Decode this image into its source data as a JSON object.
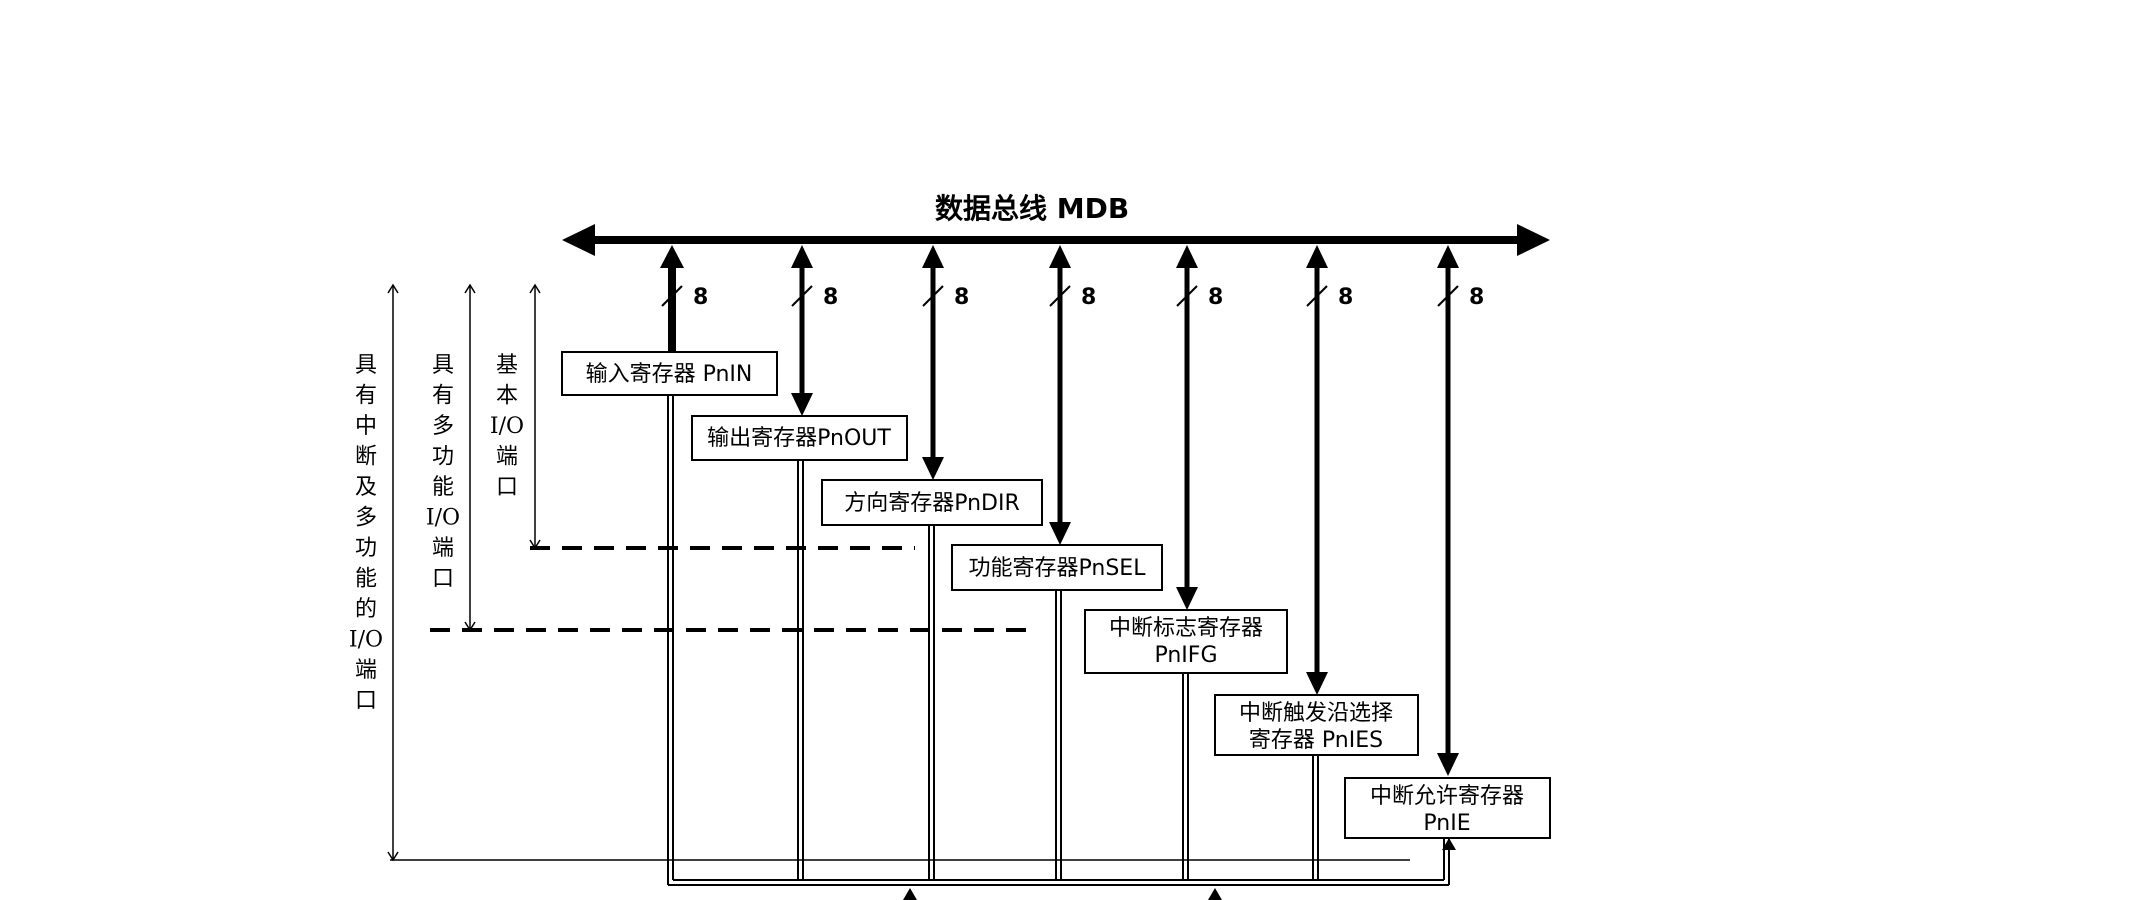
{
  "bus": {
    "label": "数据总线 MDB"
  },
  "bus_width": "8",
  "registers": [
    {
      "lines": [
        "输入寄存器 PnIN"
      ]
    },
    {
      "lines": [
        "输出寄存器PnOUT"
      ]
    },
    {
      "lines": [
        "方向寄存器PnDIR"
      ]
    },
    {
      "lines": [
        "功能寄存器PnSEL"
      ]
    },
    {
      "lines": [
        "中断标志寄存器",
        "PnIFG"
      ]
    },
    {
      "lines": [
        "中断触发沿选择",
        "寄存器 PnIES"
      ]
    },
    {
      "lines": [
        "中断允许寄存器",
        "PnIE"
      ]
    }
  ],
  "side_labels": [
    {
      "chars": [
        "具",
        "有",
        "中",
        "断",
        "及",
        "多",
        "功",
        "能",
        "的",
        "I/O",
        "端",
        "口"
      ]
    },
    {
      "chars": [
        "具",
        "有",
        "多",
        "功",
        "能",
        "I/O",
        "端",
        "口"
      ]
    },
    {
      "chars": [
        "基",
        "本",
        "I/O",
        "端",
        "口"
      ]
    }
  ]
}
